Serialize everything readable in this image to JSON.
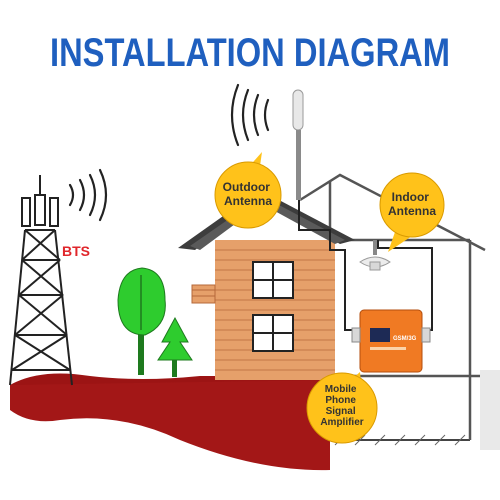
{
  "title": "INSTALLATION DIAGRAM",
  "labels": {
    "bts": "BTS",
    "outdoor_antenna": [
      "Outdoor",
      "Antenna"
    ],
    "indoor_antenna": [
      "Indoor",
      "Antenna"
    ],
    "amplifier": [
      "Mobile",
      "Phone",
      "Signal",
      "Amplifier"
    ],
    "device_badge": "GSM/3G"
  },
  "colors": {
    "title": "#1f5fbf",
    "bts_label": "#e0262b",
    "callout": "#ffc21a",
    "brick": "#e6a06a",
    "roof": "#3d3d3d",
    "ground": "#9c1414",
    "tree": "#2ecc2e",
    "amplifier": "#f07a23"
  },
  "icons": [
    "signal-waves-icon",
    "cell-tower-icon",
    "tree-icon",
    "house-icon",
    "antenna-icon",
    "amplifier-device-icon"
  ]
}
